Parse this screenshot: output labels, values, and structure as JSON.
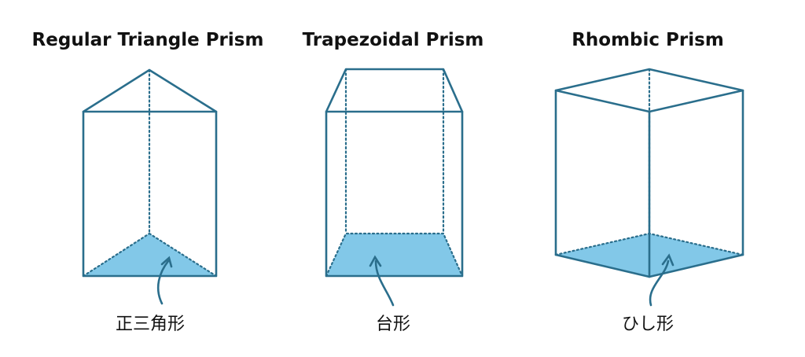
{
  "colors": {
    "edge": "#2a6e8c",
    "base_fill": "#82c8e8",
    "text": "#111111"
  },
  "prisms": [
    {
      "title": "Regular Triangle Prism",
      "base_label": "正三角形"
    },
    {
      "title": "Trapezoidal Prism",
      "base_label": "台形"
    },
    {
      "title": "Rhombic Prism",
      "base_label": "ひし形"
    }
  ]
}
